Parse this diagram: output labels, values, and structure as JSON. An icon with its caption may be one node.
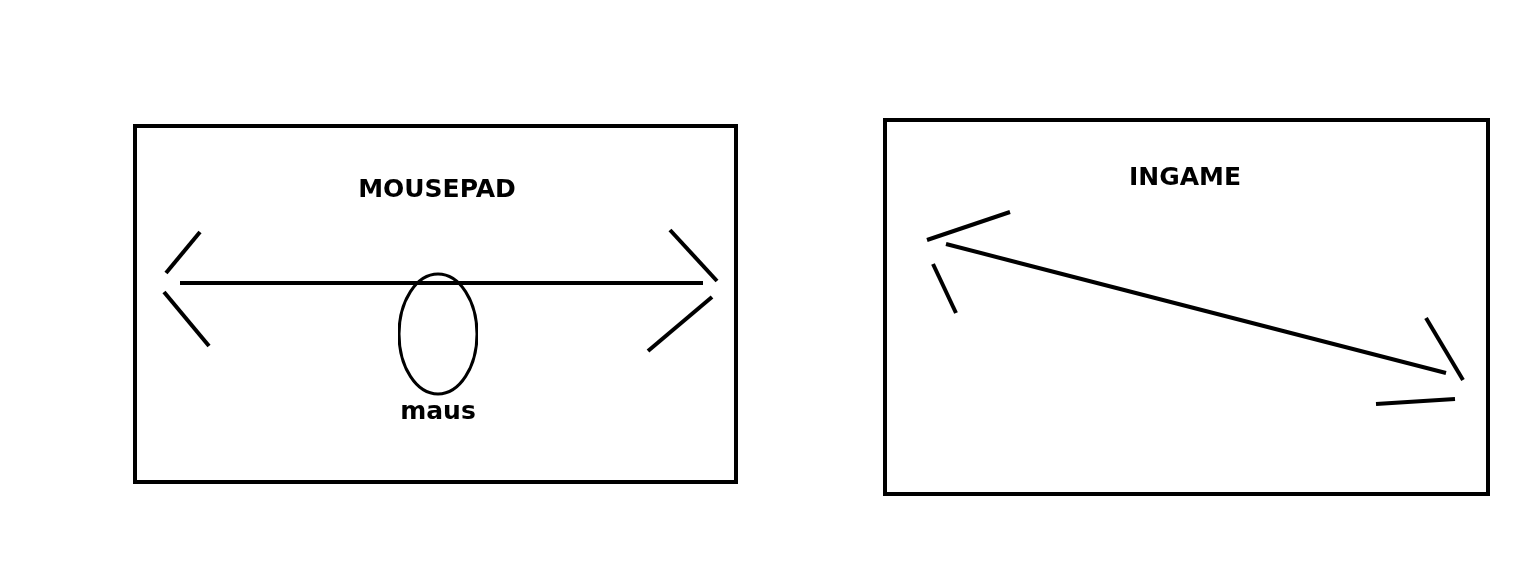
{
  "diagram": {
    "nodes": [
      {
        "text": [
          "MOUSEPAD"
        ]
      },
      {
        "text": [
          "maus"
        ],
        "in": 0
      },
      {
        "text": [
          "INGAME"
        ]
      }
    ]
  }
}
